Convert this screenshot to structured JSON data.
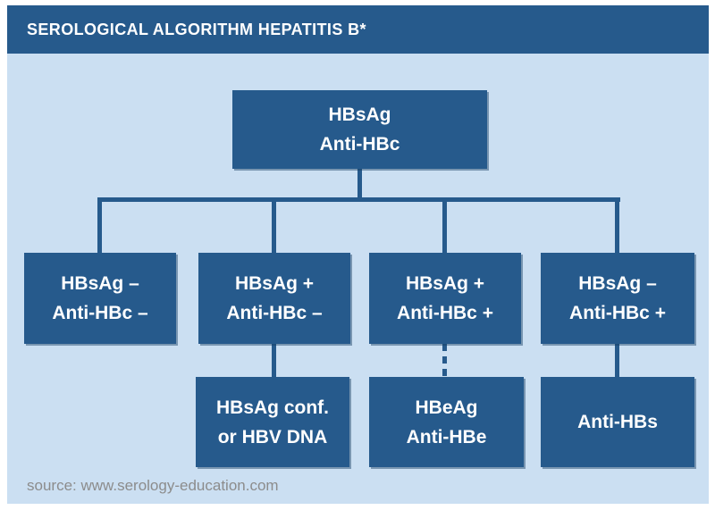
{
  "header": {
    "title": "SEROLOGICAL ALGORITHM HEPATITIS B*"
  },
  "footer": {
    "source": "source: www.serology-education.com"
  },
  "colors": {
    "dark_blue": "#265a8c",
    "light_blue": "#cbdff2",
    "source_gray": "#8c8c8c",
    "text_white": "#ffffff"
  },
  "diagram": {
    "root": {
      "lines": [
        "HBsAg",
        "Anti-HBc"
      ]
    },
    "level1": [
      {
        "lines": [
          "HBsAg –",
          "Anti-HBc –"
        ]
      },
      {
        "lines": [
          "HBsAg +",
          "Anti-HBc –"
        ]
      },
      {
        "lines": [
          "HBsAg +",
          "Anti-HBc +"
        ]
      },
      {
        "lines": [
          "HBsAg –",
          "Anti-HBc +"
        ]
      }
    ],
    "level2": [
      {
        "lines": [
          "HBsAg conf.",
          "or HBV DNA"
        ],
        "parent_index": 1,
        "connector": "solid"
      },
      {
        "lines": [
          "HBeAg",
          "Anti-HBe"
        ],
        "parent_index": 2,
        "connector": "dashed"
      },
      {
        "lines": [
          "Anti-HBs"
        ],
        "parent_index": 3,
        "connector": "solid"
      }
    ]
  }
}
